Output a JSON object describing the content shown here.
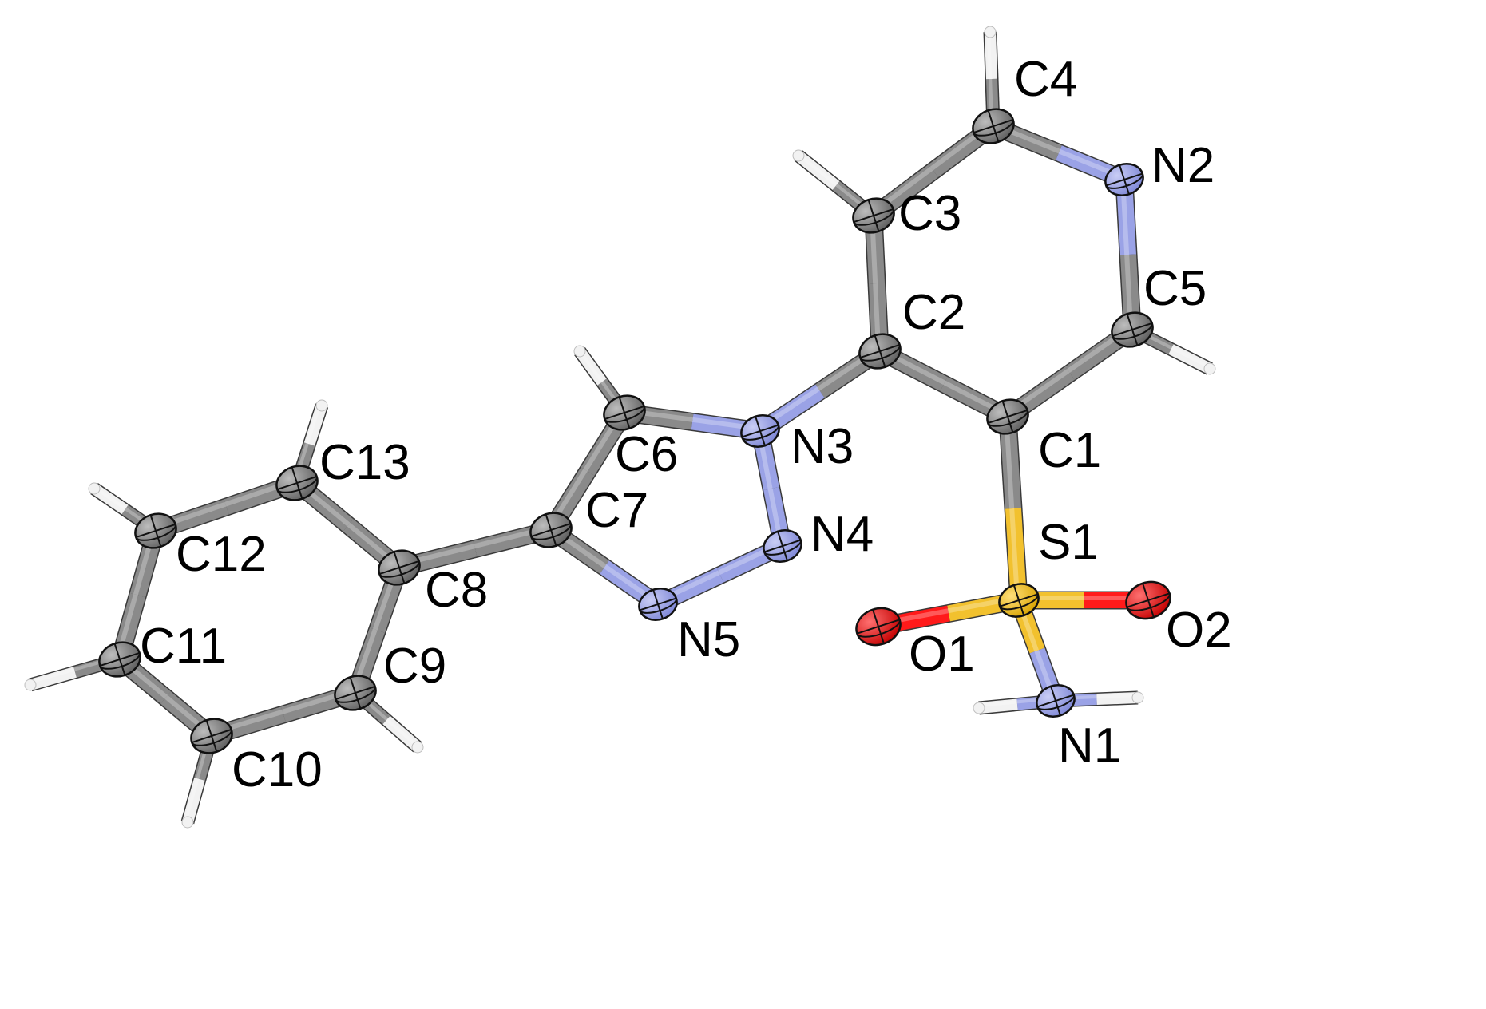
{
  "labels": {
    "C1": "C1",
    "C2": "C2",
    "C3": "C3",
    "C4": "C4",
    "C5": "C5",
    "C6": "C6",
    "C7": "C7",
    "C8": "C8",
    "C9": "C9",
    "C10": "C10",
    "C11": "C11",
    "C12": "C12",
    "C13": "C13",
    "N1": "N1",
    "N2": "N2",
    "N3": "N3",
    "N4": "N4",
    "N5": "N5",
    "S1": "S1",
    "O1": "O1",
    "O2": "O2"
  },
  "element_colors": {
    "C": "#8a8a8a",
    "N": "#9aa2e6",
    "S": "#f2c12e",
    "O": "#ff1a1a",
    "H": "#f2f2f2"
  },
  "bonds": [
    [
      "C1",
      "C2"
    ],
    [
      "C2",
      "C3"
    ],
    [
      "C3",
      "C4"
    ],
    [
      "C4",
      "N2"
    ],
    [
      "N2",
      "C5"
    ],
    [
      "C5",
      "C1"
    ],
    [
      "C1",
      "S1"
    ],
    [
      "S1",
      "O1"
    ],
    [
      "S1",
      "O2"
    ],
    [
      "S1",
      "N1"
    ],
    [
      "C2",
      "N3"
    ],
    [
      "N3",
      "C6"
    ],
    [
      "C6",
      "C7"
    ],
    [
      "C7",
      "N5"
    ],
    [
      "N5",
      "N4"
    ],
    [
      "N4",
      "N3"
    ],
    [
      "C7",
      "C8"
    ],
    [
      "C8",
      "C9"
    ],
    [
      "C9",
      "C10"
    ],
    [
      "C10",
      "C11"
    ],
    [
      "C11",
      "C12"
    ],
    [
      "C12",
      "C13"
    ],
    [
      "C13",
      "C8"
    ],
    [
      "C3",
      "H3"
    ],
    [
      "C4",
      "H4"
    ],
    [
      "C5",
      "H5"
    ],
    [
      "C6",
      "H6"
    ],
    [
      "C9",
      "H9"
    ],
    [
      "C10",
      "H10"
    ],
    [
      "C11",
      "H11"
    ],
    [
      "C12",
      "H12"
    ],
    [
      "C13",
      "H13"
    ],
    [
      "N1",
      "H1A"
    ],
    [
      "N1",
      "H1B"
    ]
  ]
}
